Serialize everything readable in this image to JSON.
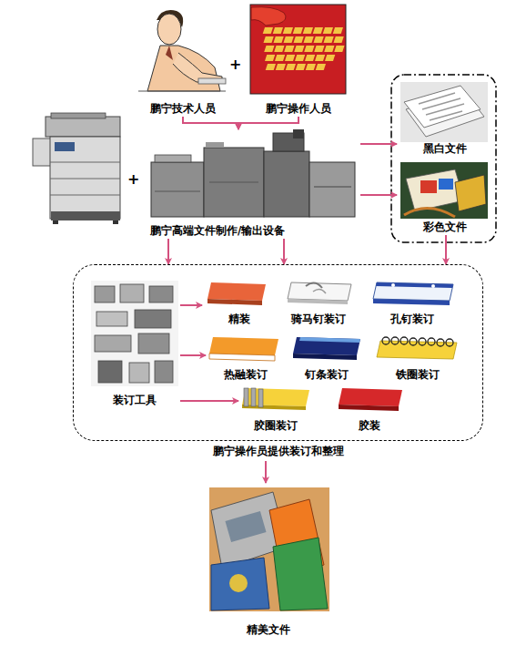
{
  "diagram": {
    "nodes": [
      {
        "text": [
          "鹏宁技术人员"
        ]
      },
      {
        "text": [
          "鹏宁操作人员"
        ]
      },
      {
        "text": [
          "鹏宁高端文件制作/输出设备"
        ]
      },
      {
        "text": [
          "黑白文件"
        ]
      },
      {
        "text": [
          "彩色文件"
        ]
      },
      {
        "text": [
          "鹏宁操作员提供装订和整理"
        ]
      },
      {
        "text": [
          "装订工具"
        ],
        "in": 5
      },
      {
        "text": [
          "精装"
        ],
        "in": 5
      },
      {
        "text": [
          "骑马钉装订"
        ],
        "in": 5
      },
      {
        "text": [
          "孔钉装订"
        ],
        "in": 5
      },
      {
        "text": [
          "热融装订"
        ],
        "in": 5
      },
      {
        "text": [
          "钉条装订"
        ],
        "in": 5
      },
      {
        "text": [
          "铁圈装订"
        ],
        "in": 5
      },
      {
        "text": [
          "胶圈装订"
        ],
        "in": 5
      },
      {
        "text": [
          "胶装"
        ],
        "in": 5
      },
      {
        "text": [
          "精美文件"
        ]
      }
    ],
    "edges": [
      {
        "from": 0,
        "to": 2,
        "arrow": "to"
      },
      {
        "from": 1,
        "to": 2,
        "arrow": "to"
      },
      {
        "from": 2,
        "to": 3,
        "arrow": "to"
      },
      {
        "from": 2,
        "to": 4,
        "arrow": "to"
      },
      {
        "from": 2,
        "to": 5,
        "arrow": "to"
      },
      {
        "from": 2,
        "to": 5,
        "arrow": "to"
      },
      {
        "from": 4,
        "to": 5,
        "arrow": "to"
      },
      {
        "from": 6,
        "to": 7,
        "arrow": "to"
      },
      {
        "from": 6,
        "to": 10,
        "arrow": "to"
      },
      {
        "from": 6,
        "to": 13,
        "arrow": "to"
      },
      {
        "from": 5,
        "to": 15,
        "arrow": "to"
      }
    ],
    "labels": [
      "+",
      "+"
    ]
  }
}
